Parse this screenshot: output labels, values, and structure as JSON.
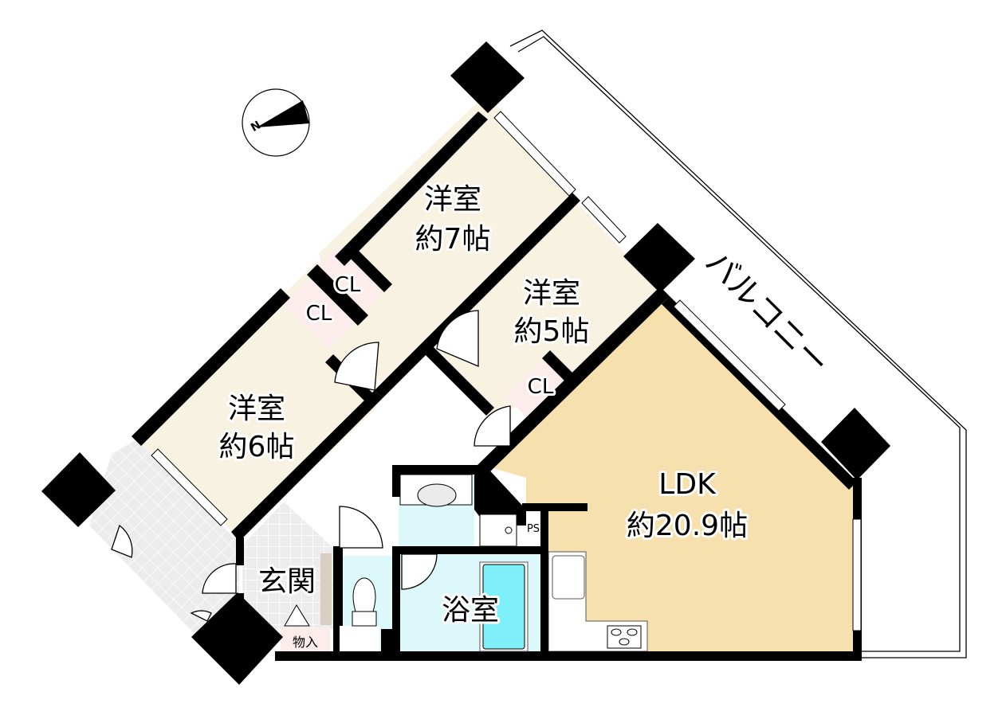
{
  "plan": {
    "type": "apartment-floor-plan",
    "compass": {
      "label": "N",
      "icon": "north-arrow-icon"
    },
    "rooms": [
      {
        "id": "western-room-7",
        "name": "洋室",
        "size": "約7帖",
        "fill": "#f8f2e2"
      },
      {
        "id": "western-room-5",
        "name": "洋室",
        "size": "約5帖",
        "fill": "#f8f2e2"
      },
      {
        "id": "western-room-6",
        "name": "洋室",
        "size": "約6帖",
        "fill": "#f8f2e2"
      },
      {
        "id": "ldk",
        "name": "LDK",
        "size": "約20.9帖",
        "fill": "#f6e0ad"
      },
      {
        "id": "entrance",
        "name": "玄関",
        "fill": "#eaeaea"
      },
      {
        "id": "bathroom",
        "name": "浴室",
        "fill": "#dcf8fb"
      },
      {
        "id": "storage",
        "name": "物入",
        "fill": "#fcecec"
      }
    ],
    "closets": [
      {
        "id": "cl-room7",
        "label": "CL"
      },
      {
        "id": "cl-room6",
        "label": "CL"
      },
      {
        "id": "cl-room5",
        "label": "CL"
      }
    ],
    "balcony": {
      "label": "バルコニー"
    },
    "pipe_space": {
      "label": "PS"
    },
    "colors": {
      "wall": "#000000",
      "western_room": "#f8f2e2",
      "ldk": "#f6e0ad",
      "wet_area": "#dcf8fb",
      "bathtub": "#7ff0fa",
      "closet": "#fcecec",
      "entrance_tile": "#eaeaea",
      "shoe_cabinet": "#d8cfc2"
    }
  }
}
